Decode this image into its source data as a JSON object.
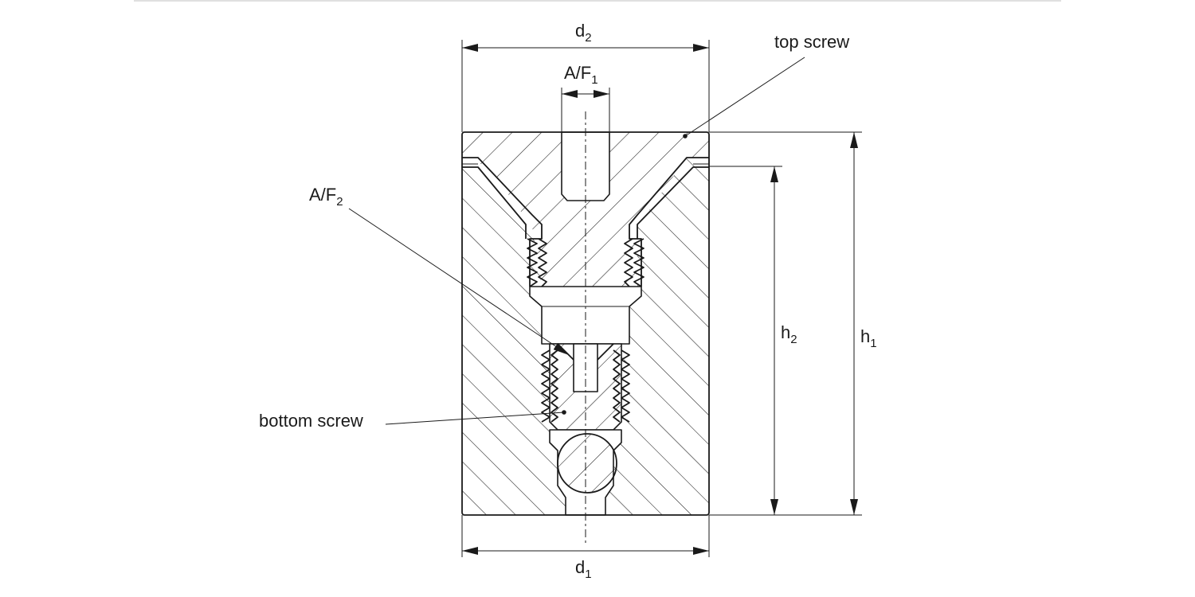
{
  "figure": {
    "title": "Screw-adjustable levelling element — cross section",
    "labels": {
      "d1": {
        "base": "d",
        "sub": "1"
      },
      "d2": {
        "base": "d",
        "sub": "2"
      },
      "af1": {
        "base": "A/F",
        "sub": "1"
      },
      "af2": {
        "base": "A/F",
        "sub": "2"
      },
      "h1": {
        "base": "h",
        "sub": "1"
      },
      "h2": {
        "base": "h",
        "sub": "2"
      },
      "top_screw": "top screw",
      "bottom_screw": "bottom screw"
    },
    "colors": {
      "line": "#1a1a1a",
      "background": "#ffffff",
      "frame": "#e0e0e0"
    }
  }
}
